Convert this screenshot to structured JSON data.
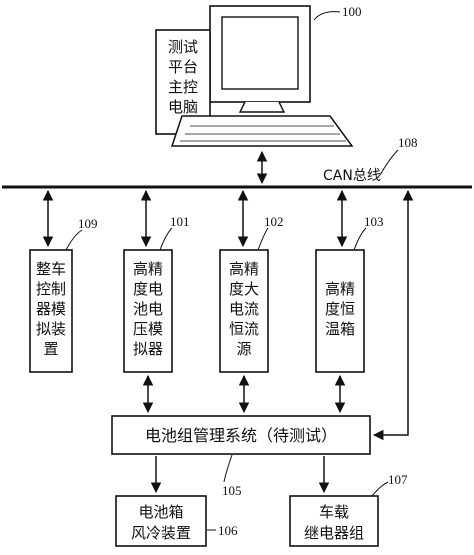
{
  "computer": {
    "label_lines": [
      "测试",
      "平台",
      "主控",
      "电脑"
    ],
    "ref": "100"
  },
  "bus": {
    "label": "CAN总线",
    "ref": "108"
  },
  "boxes": {
    "b109": {
      "lines": [
        "整车",
        "控制",
        "器模",
        "拟装",
        "置"
      ],
      "ref": "109"
    },
    "b101": {
      "lines": [
        "高精",
        "度电",
        "池电",
        "压模",
        "拟器"
      ],
      "ref": "101"
    },
    "b102": {
      "lines": [
        "高精",
        "度大",
        "电流",
        "恒流",
        "源"
      ],
      "ref": "102"
    },
    "b103": {
      "lines": [
        "高精",
        "度恒",
        "温箱"
      ],
      "ref": "103"
    }
  },
  "bms": {
    "label": "电池组管理系统（待测试）",
    "ref": "105"
  },
  "cooler": {
    "lines": [
      "电池箱",
      "风冷装置"
    ],
    "ref": "106"
  },
  "relay": {
    "lines": [
      "车载",
      "继电器组"
    ],
    "ref": "107"
  }
}
